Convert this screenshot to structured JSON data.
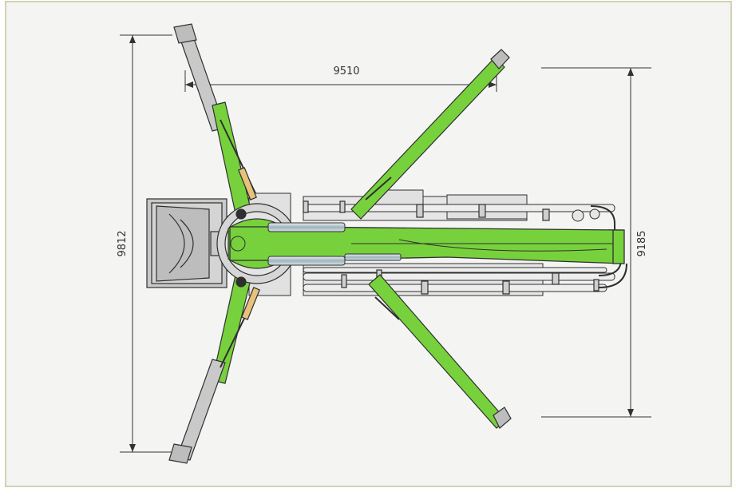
{
  "colors": {
    "background": "#f4f4f2",
    "border": "#c8c3a2",
    "boom_green": "#77d13c",
    "outline": "#2f2f2f",
    "gray": "#c9c9c9",
    "light_gray": "#e1e1e1",
    "dimension_line": "#333333",
    "cylinder": "#9fb4bd"
  },
  "dimensions": {
    "total_width_left": "9812",
    "top_span": "9510",
    "total_width_right": "9185"
  }
}
